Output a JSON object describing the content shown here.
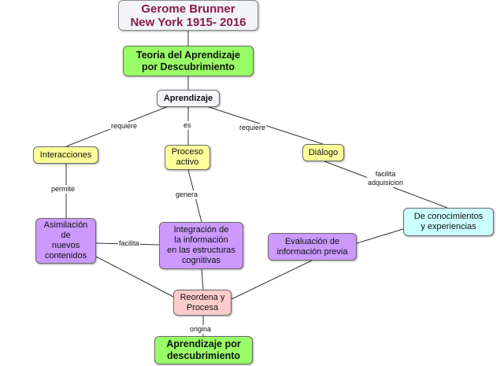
{
  "colors": {
    "title_text": "#8a1a4a",
    "green": "#99ff66",
    "yellow": "#ffff99",
    "purple": "#cc99ff",
    "pink": "#ffcccc",
    "cyan": "#ccffff",
    "gray": "#f3f5f8",
    "line": "#333333"
  },
  "nodes": {
    "title": "Gerome Brunner\nNew York 1915- 2016",
    "teoria": "Teoria del Aprendizaje\npor Descubrimiento",
    "aprendizaje": "Aprendizaje",
    "interacciones": "Interacciones",
    "proceso": "Proceso\nactivo",
    "dialogo": "Diálogo",
    "asimilacion": "Asimilación\nde\nnuevos\ncontenidos",
    "integracion": "Integración de\nla información\nen las estructuras\ncognitivas",
    "conocimientos": "De conocimientos\ny experiencias",
    "evaluacion": "Evaluación de\ninformación previa",
    "reordena": "Reordena y\nProcesa",
    "final": "Aprendizaje por\ndescubrimiento"
  },
  "links": {
    "requiere_left": "requiere",
    "es": "es",
    "requiere_right": "requiere",
    "permite": "permite",
    "genera": "genera",
    "facilita_adquisicion": "facilita\nadquisicion",
    "facilita": "facilita",
    "origina": "origina"
  }
}
